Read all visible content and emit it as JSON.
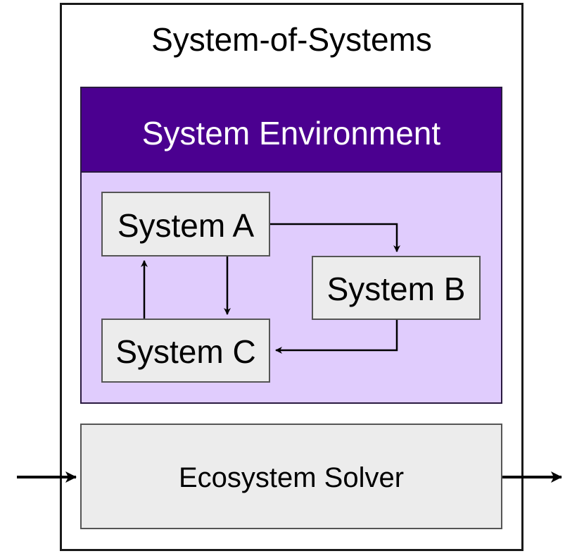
{
  "diagram": {
    "outer_title": "System-of-Systems",
    "environment": {
      "title": "System Environment"
    },
    "systems": {
      "a": "System A",
      "b": "System B",
      "c": "System C"
    },
    "solver": "Ecosystem Solver"
  },
  "colors": {
    "env_header": "#4b0090",
    "env_body": "#e0ccfd",
    "system_box": "#ececec",
    "solver_box": "#ececec",
    "border": "#1a1a1a",
    "arrow": "#000000"
  }
}
